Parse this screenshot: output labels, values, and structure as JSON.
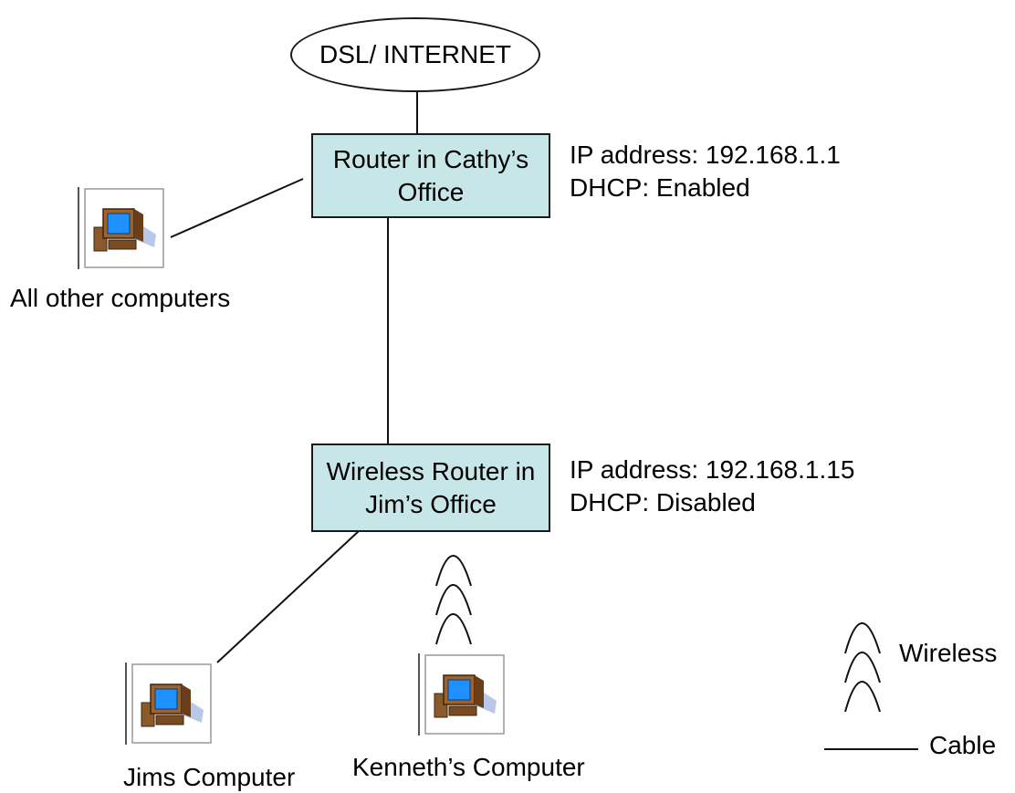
{
  "nodes": {
    "internet": "DSL/ INTERNET",
    "router_main": {
      "line1": "Router in Cathy’s",
      "line2": "Office"
    },
    "router_wireless": {
      "line1": "Wireless Router in",
      "line2": "Jim’s Office"
    }
  },
  "router_main_info": {
    "ip": "IP address: 192.168.1.1",
    "dhcp": "DHCP: Enabled"
  },
  "router_wireless_info": {
    "ip": "IP address: 192.168.1.15",
    "dhcp": "DHCP: Disabled"
  },
  "computers": {
    "all_other": "All other computers",
    "jim": "Jims Computer",
    "kenneth": "Kenneth’s Computer"
  },
  "legend": {
    "wireless": "Wireless",
    "cable": "Cable"
  },
  "colors": {
    "router_fill": "#c7e6e8",
    "monitor_screen": "#1e90ff",
    "computer_case": "#8b4513"
  },
  "icons": [
    "computer-icon",
    "wireless-signal-icon"
  ]
}
